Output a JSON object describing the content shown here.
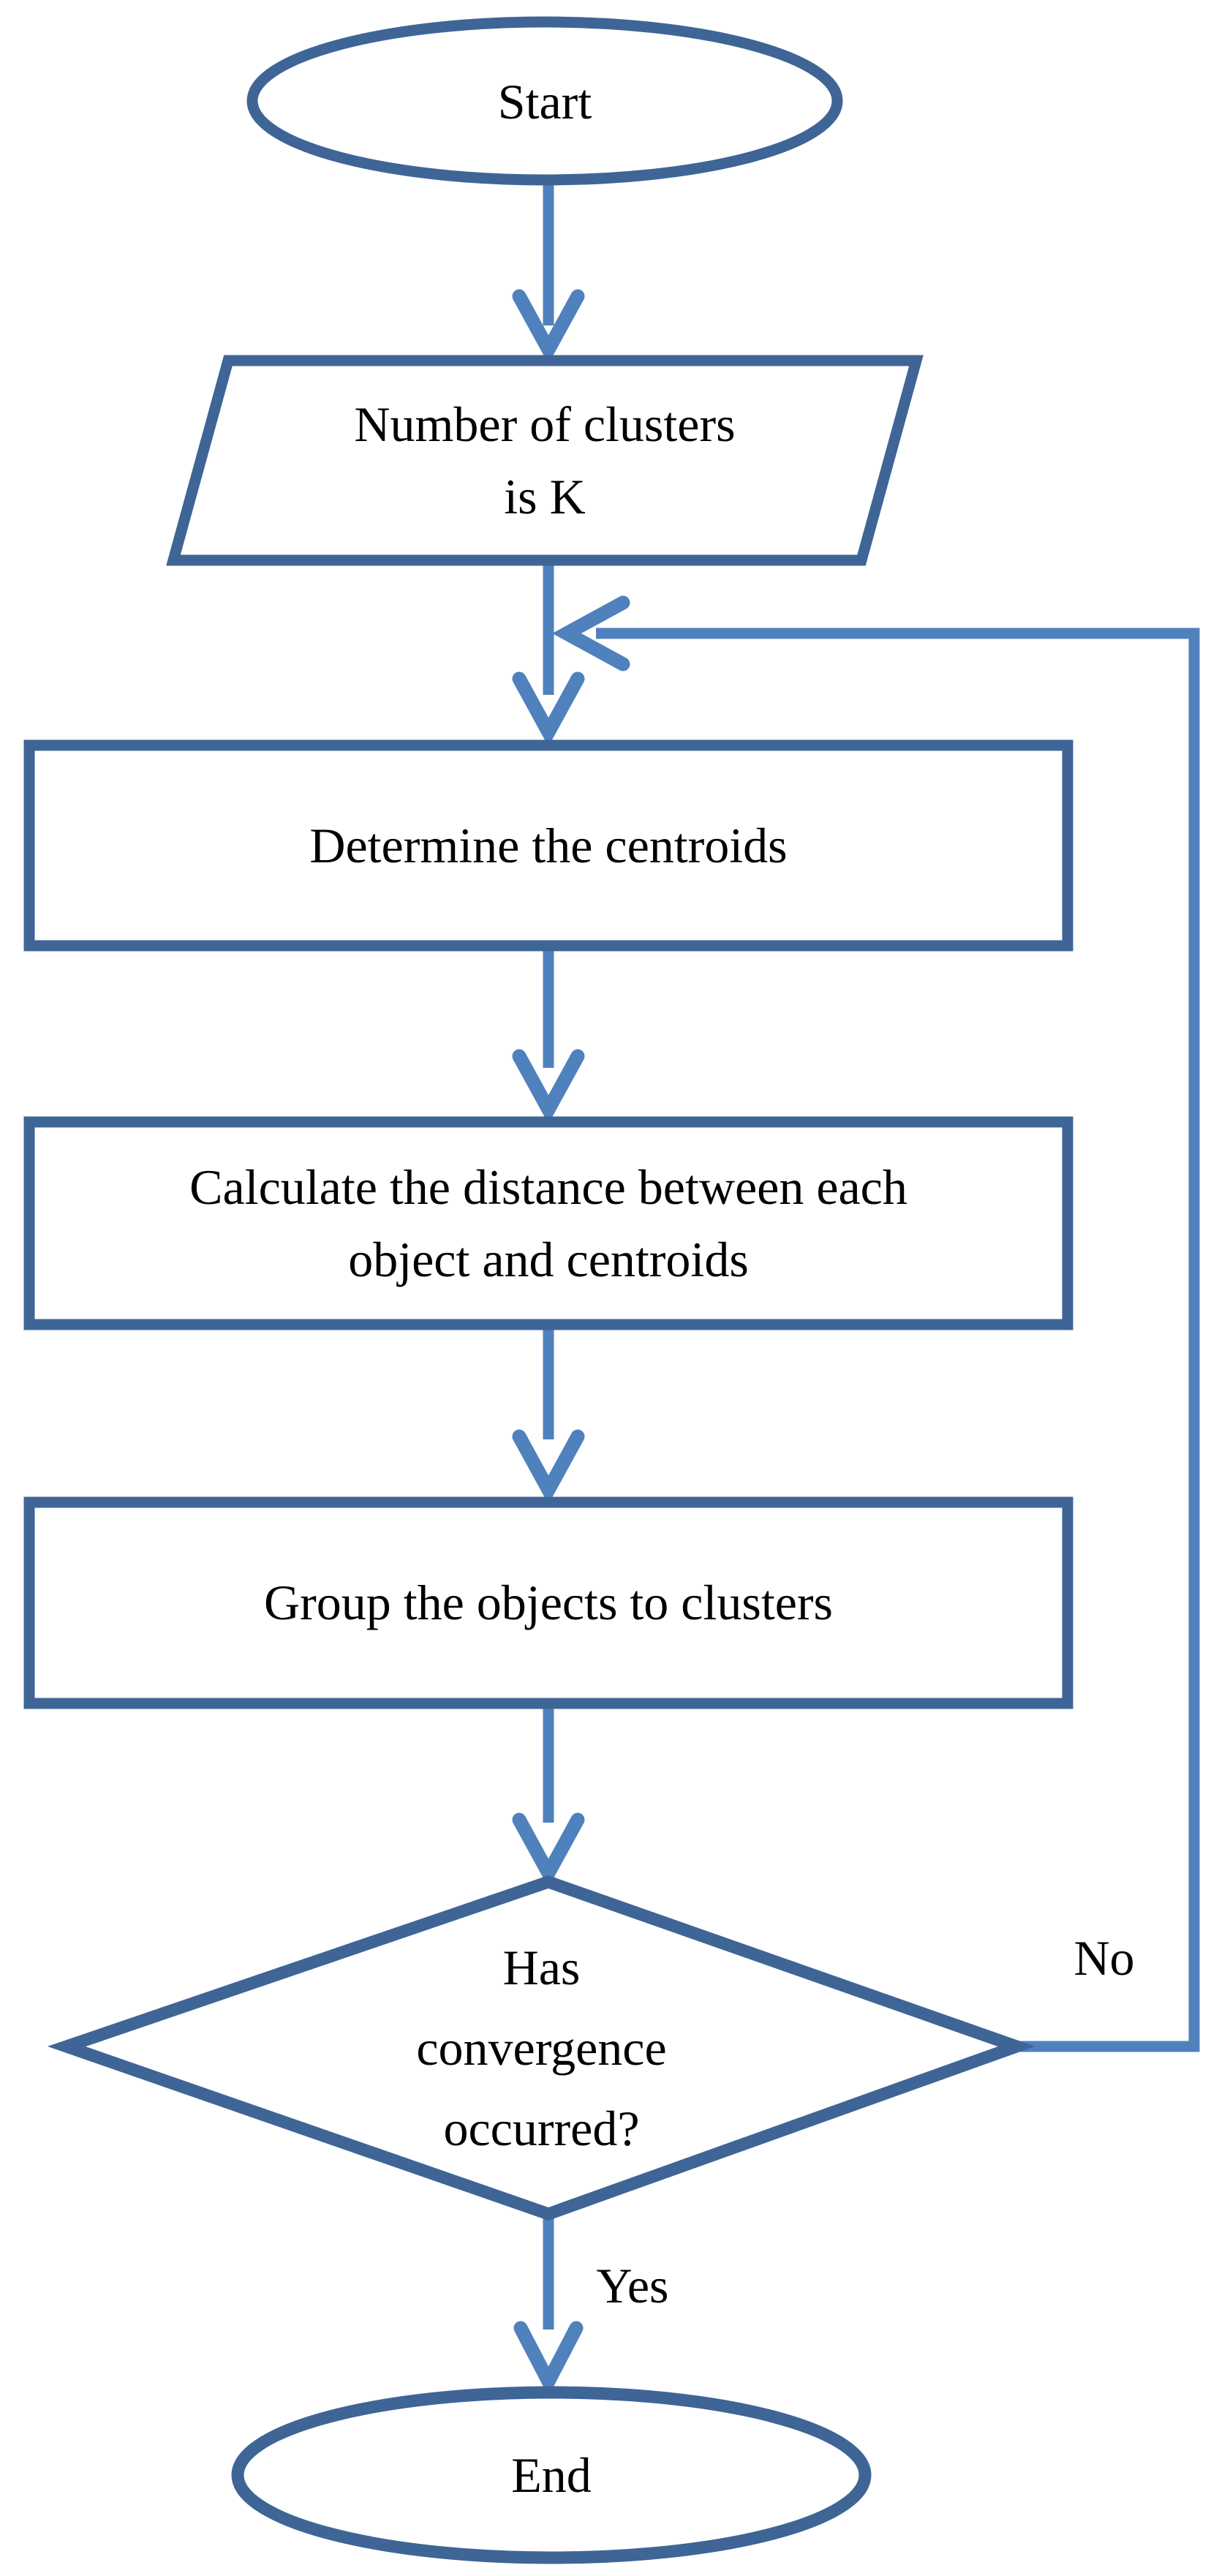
{
  "flowchart": {
    "nodes": [
      {
        "id": "start",
        "type": "terminator",
        "label": "Start"
      },
      {
        "id": "number-of-clusters",
        "type": "input-output",
        "label": "Number of clusters\nis K"
      },
      {
        "id": "determine-centroids",
        "type": "process",
        "label": "Determine the centroids"
      },
      {
        "id": "calculate-distance",
        "type": "process",
        "label": "Calculate the distance between each\nobject and centroids"
      },
      {
        "id": "group-objects",
        "type": "process",
        "label": "Group the objects to clusters"
      },
      {
        "id": "convergence-decision",
        "type": "decision",
        "label": "Has\nconvergence\noccurred?"
      },
      {
        "id": "end",
        "type": "terminator",
        "label": "End"
      }
    ],
    "edges": [
      {
        "from": "convergence-decision",
        "to": "end",
        "label": "Yes"
      },
      {
        "from": "convergence-decision",
        "to": "determine-centroids",
        "label": "No"
      }
    ],
    "colors": {
      "shape_outline": "#3e6596",
      "connector": "#4f81bd",
      "text": "#000000",
      "background": "#ffffff"
    }
  }
}
